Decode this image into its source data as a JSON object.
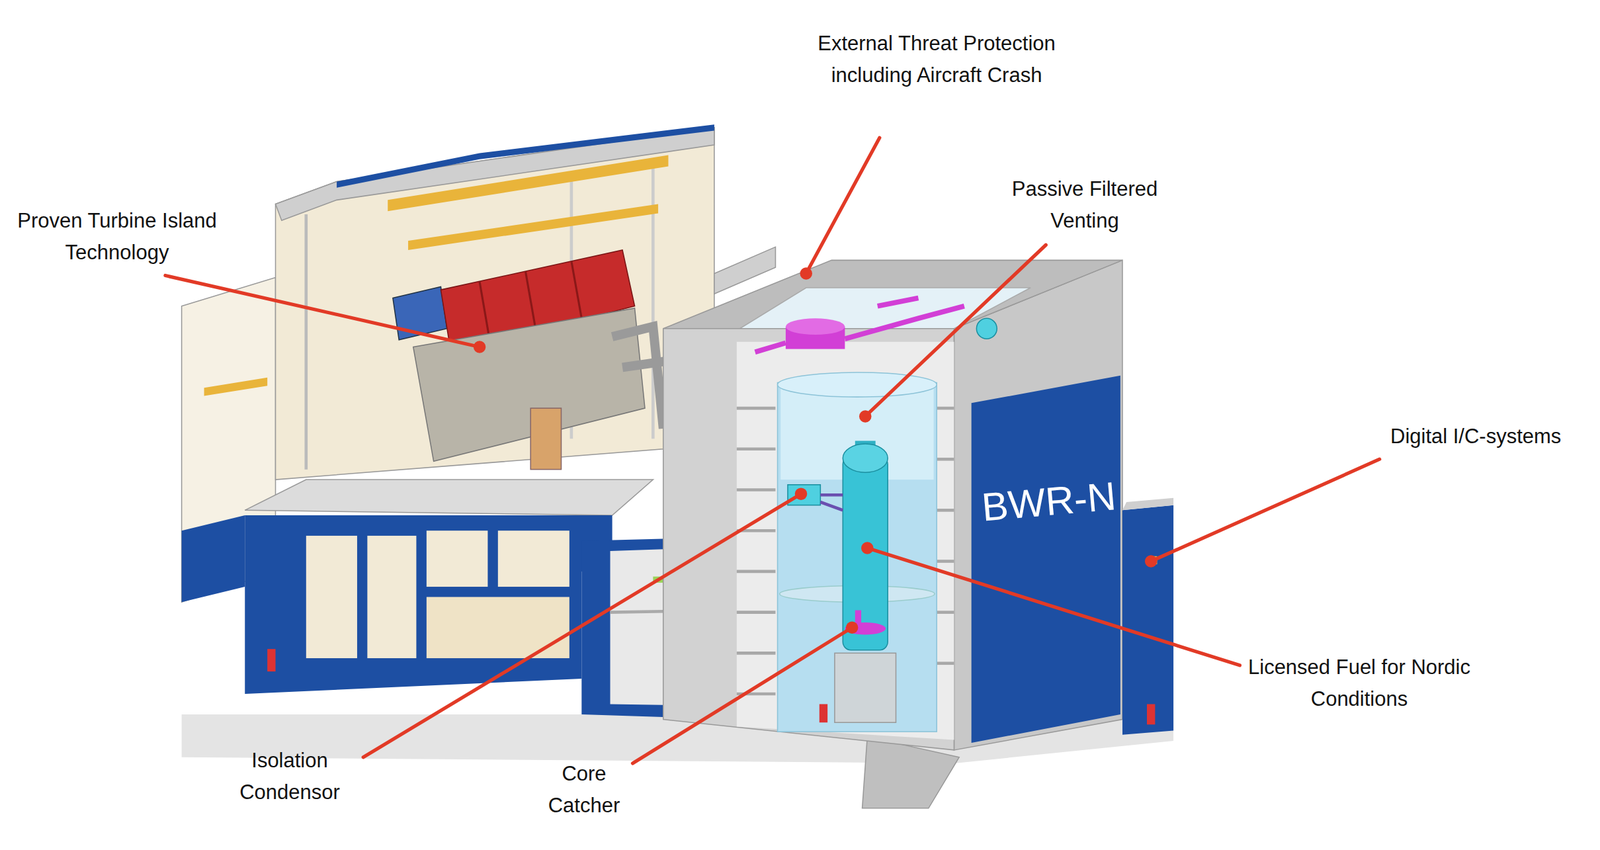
{
  "diagram": {
    "labels": [
      "External Threat Protection including Aircraft Crash",
      "Passive Filtered Venting",
      "Proven Turbine Island Technology",
      "Digital I/C-systems",
      "Licensed Fuel for Nordic Conditions",
      "Isolation Condensor",
      "Core Catcher",
      "BWR-N"
    ]
  }
}
